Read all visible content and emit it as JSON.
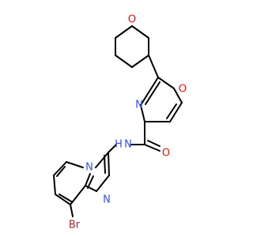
{
  "colors": {
    "bond": "#000000",
    "oxygen": "#ff0d0d",
    "nitrogen": "#3050f8",
    "bromine": "#a62929",
    "carbon": "#000000"
  },
  "atoms": {
    "ring_oxygen_top": "O",
    "oxazole_oxygen": "O",
    "oxazole_nitrogen": "N",
    "carbonyl_oxygen": "O",
    "amide_n": "N",
    "amide_h": "H",
    "imidazo_bridge_n": "N",
    "imidazo_n": "N",
    "bromine": "Br"
  }
}
